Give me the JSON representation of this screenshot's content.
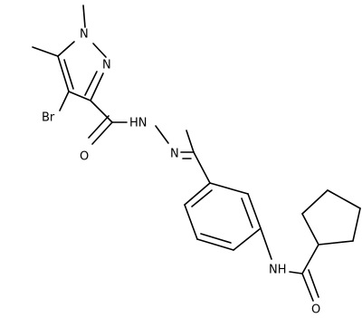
{
  "atoms": {
    "br": "Br",
    "n1": "N",
    "n2": "N",
    "o_hydrazide": "O",
    "nh_hydrazide": "HN",
    "n_imine": "N",
    "nh_amide": "NH",
    "o_amide": "O"
  },
  "colors": {
    "bond": "#000000",
    "label": "#000000",
    "background": "#ffffff"
  }
}
